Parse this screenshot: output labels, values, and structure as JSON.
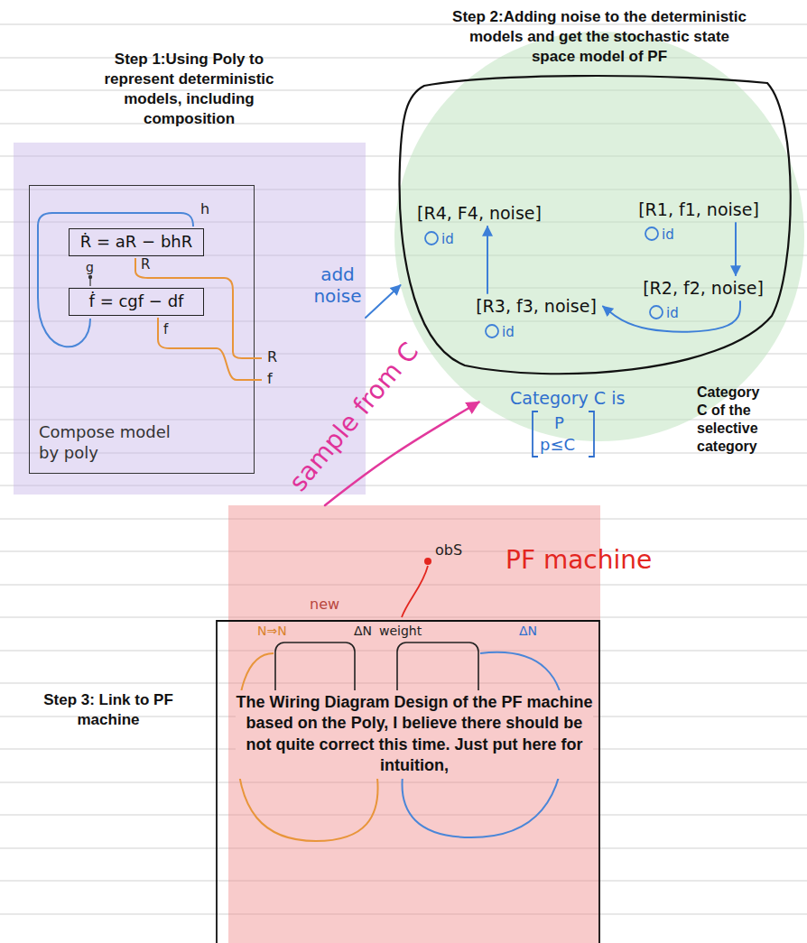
{
  "diagram": {
    "nodes": [
      {
        "text": [
          "Step 1:Using Poly to represent deterministic models, including composition"
        ]
      },
      {
        "text": [
          "Compose model by poly"
        ],
        "in": 0
      },
      {
        "text": [
          "Ṙ = aR − bhR"
        ],
        "in": 1
      },
      {
        "text": [
          "ḟ = cgf − df"
        ],
        "in": 1
      },
      {
        "text": [
          "Step 2:Adding noise to the deterministic models and get the stochastic state space model of PF",
          "Category C of the selective category"
        ]
      },
      {
        "text": [
          "[R4, F4, noise]"
        ],
        "in": 4
      },
      {
        "text": [
          "[R1, f1, noise]"
        ],
        "in": 4
      },
      {
        "text": [
          "[R2, f2, noise]"
        ],
        "in": 4
      },
      {
        "text": [
          "[R3, f3, noise]"
        ],
        "in": 4
      },
      {
        "text": [
          "The Wiring Diagram Design of the PF machine based on the Poly, I believe there should be not quite correct this time. Just put here for intuition,"
        ]
      }
    ],
    "edges": [
      {
        "from": 0,
        "to": 4,
        "label": "add noise",
        "arrow": "to"
      },
      {
        "from": 9,
        "to": 4,
        "label": "sample from C",
        "arrow": "to"
      },
      {
        "from": 6,
        "to": 7,
        "arrow": "to"
      },
      {
        "from": 7,
        "to": 8,
        "arrow": "to"
      },
      {
        "from": 8,
        "to": 5,
        "arrow": "to"
      }
    ],
    "labels": [
      "h",
      "g",
      "R",
      "f",
      "R",
      "f",
      "id",
      "id",
      "id",
      "id",
      "Category C is",
      "P",
      "p≤C",
      "PF machine",
      "obS",
      "new",
      "N⇒N",
      "ΔN",
      "weight",
      "ΔN",
      "Step 3: Link to PF machine"
    ]
  }
}
